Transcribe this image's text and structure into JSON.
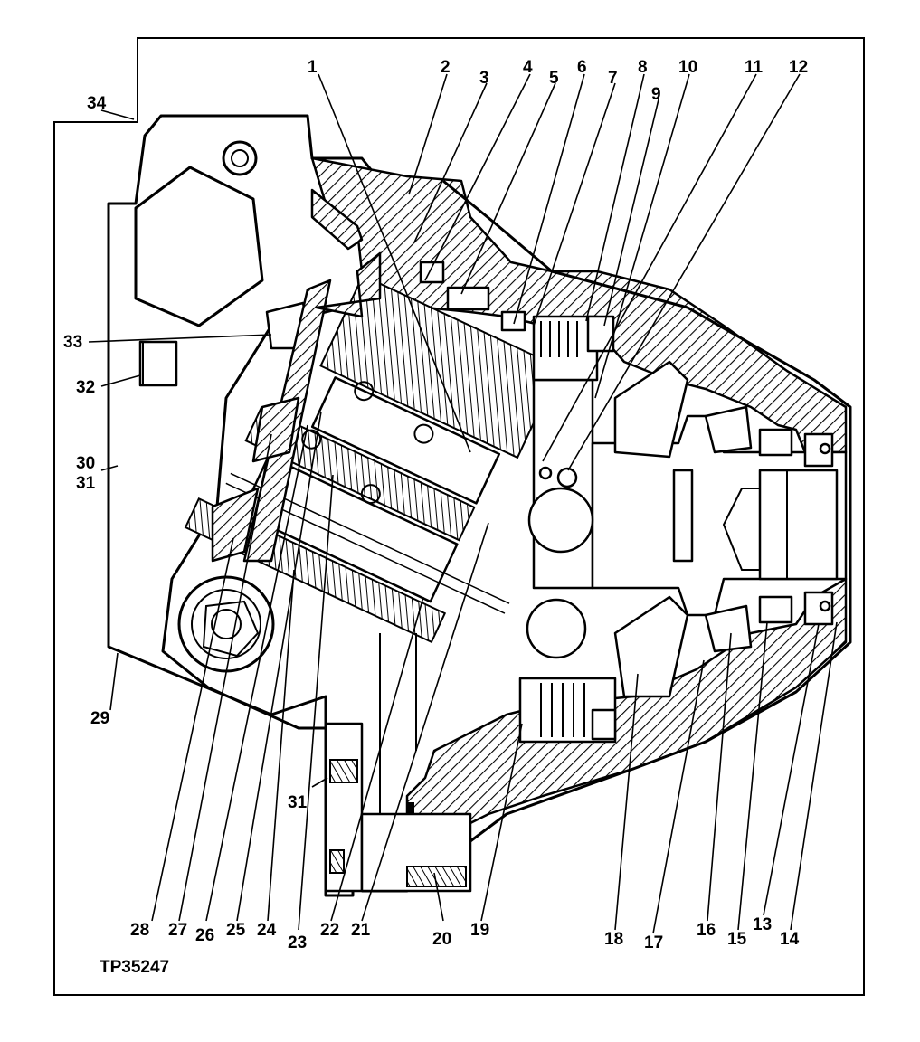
{
  "figure_id": "TP35247",
  "callouts": [
    {
      "num": "1"
    },
    {
      "num": "2"
    },
    {
      "num": "3"
    },
    {
      "num": "4"
    },
    {
      "num": "5"
    },
    {
      "num": "6"
    },
    {
      "num": "7"
    },
    {
      "num": "8"
    },
    {
      "num": "9"
    },
    {
      "num": "10"
    },
    {
      "num": "11"
    },
    {
      "num": "12"
    },
    {
      "num": "13"
    },
    {
      "num": "14"
    },
    {
      "num": "15"
    },
    {
      "num": "16"
    },
    {
      "num": "17"
    },
    {
      "num": "18"
    },
    {
      "num": "19"
    },
    {
      "num": "20"
    },
    {
      "num": "21"
    },
    {
      "num": "22"
    },
    {
      "num": "23"
    },
    {
      "num": "24"
    },
    {
      "num": "25"
    },
    {
      "num": "26"
    },
    {
      "num": "27"
    },
    {
      "num": "28"
    },
    {
      "num": "29"
    },
    {
      "num": "30"
    },
    {
      "num": "31"
    },
    {
      "num": "31"
    },
    {
      "num": "32"
    },
    {
      "num": "33"
    },
    {
      "num": "34"
    }
  ]
}
